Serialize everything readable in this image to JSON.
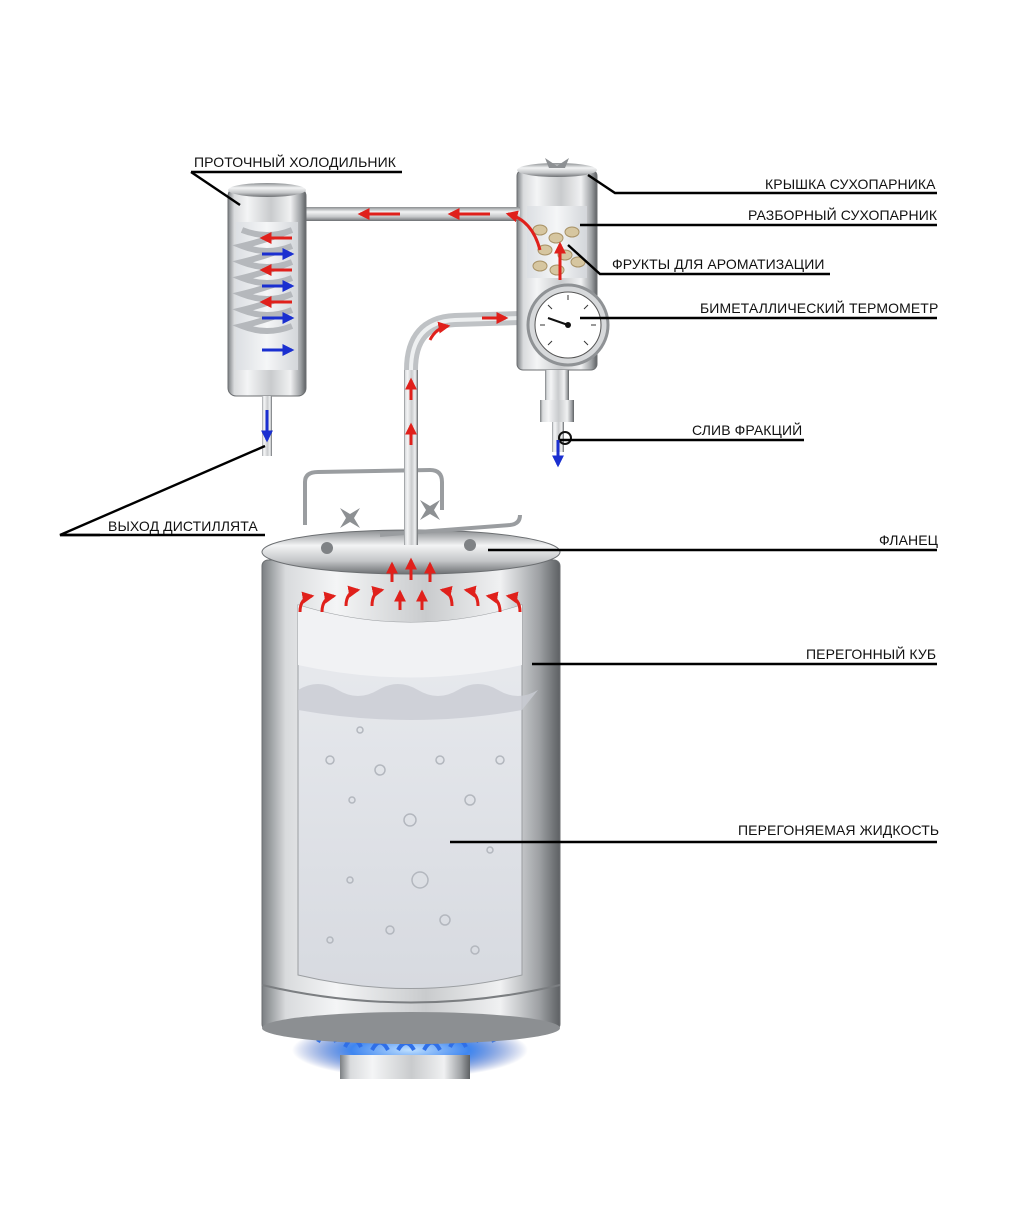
{
  "labels": {
    "condenser": "ПРОТОЧНЫЙ ХОЛОДИЛЬНИК",
    "lid": "КРЫШКА СУХОПАРНИКА",
    "dry_steamer": "РАЗБОРНЫЙ СУХОПАРНИК",
    "fruits": "ФРУКТЫ ДЛЯ АРОМАТИЗАЦИИ",
    "thermometer": "БИМЕТАЛЛИЧЕСКИЙ ТЕРМОМЕТР",
    "fraction_drain": "СЛИВ ФРАКЦИЙ",
    "distillate_outlet": "ВЫХОД ДИСТИЛЛЯТА",
    "flange": "ФЛАНЕЦ",
    "still": "ПЕРЕГОННЫЙ КУБ",
    "liquid": "ПЕРЕГОНЯЕМАЯ ЖИДКОСТЬ"
  },
  "colors": {
    "steel_dark": "#6f7275",
    "steel_light": "#f2f3f4",
    "vapor_arrow": "#e0201b",
    "coolant_arrow": "#1a2fd0",
    "flame": "#2f6fe8",
    "leader_line": "#000000"
  }
}
